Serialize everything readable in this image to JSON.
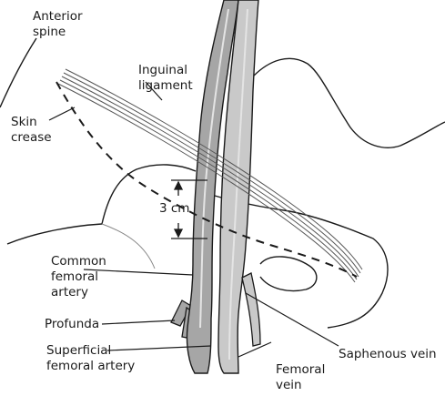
{
  "labels": {
    "anterior_spine": [
      "Anterior",
      "spine"
    ],
    "inguinal_ligament": [
      "Inguinal",
      "ligament"
    ],
    "skin_crease": [
      "Skin",
      "crease"
    ],
    "distance": "3 cm",
    "common_femoral_artery": [
      "Common",
      "femoral",
      "artery"
    ],
    "profunda": "Profunda",
    "superficial_femoral_artery": [
      "Superficial",
      "femoral artery"
    ],
    "saphenous_vein": "Saphenous vein",
    "femoral_vein": [
      "Femoral",
      "vein"
    ]
  },
  "colors": {
    "outline": "#1a1a1a",
    "artery_fill": "#a6a6a6",
    "vein_fill": "#c9c9c9",
    "vessel_highlight": "#e4e4e4",
    "ligament": "#555555"
  }
}
